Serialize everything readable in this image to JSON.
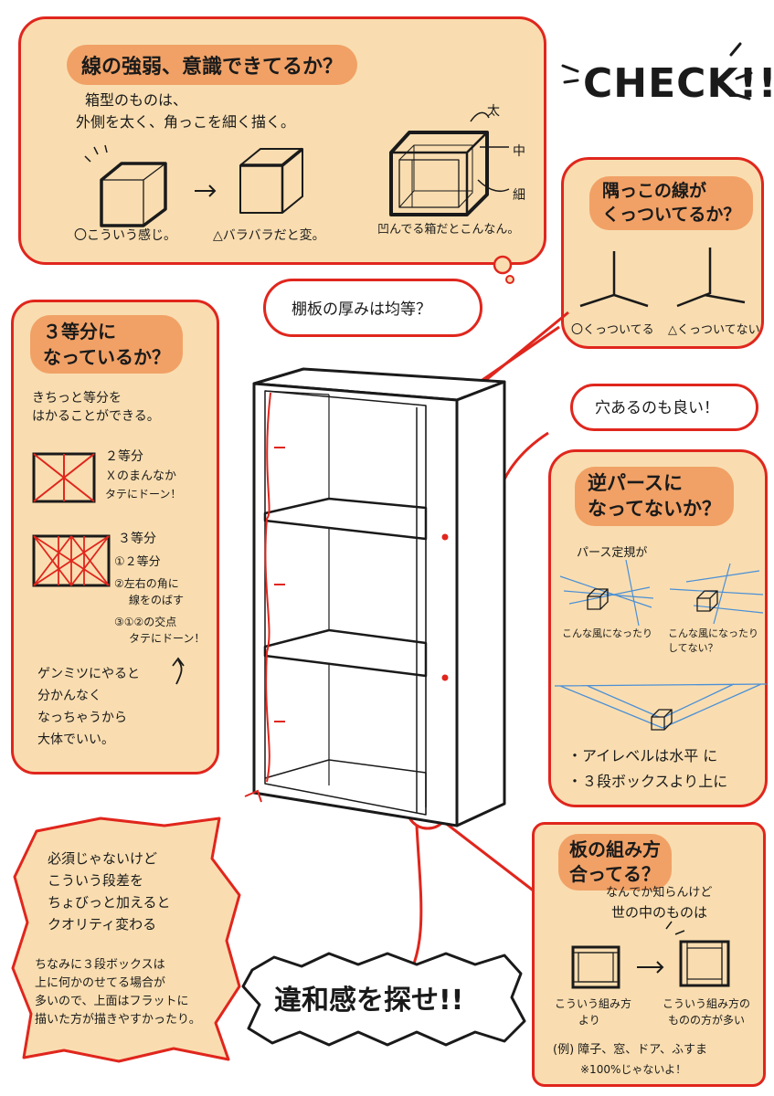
{
  "check": "CHECK!!",
  "panel1": {
    "title": "線の強弱、意識できてるか？",
    "line1": "箱型のものは、",
    "line2": "外側を太く、角っこを細く描く。",
    "caption_good": "〇こういう感じ。",
    "caption_bad": "△バラバラだと変。",
    "caption_box": "凹んでる箱だとこんなん。",
    "label_thick": "太",
    "label_mid": "中",
    "label_thin": "細"
  },
  "panel_corner": {
    "title_line1": "隅っこの線が",
    "title_line2": "くっついてるか？",
    "caption_good": "〇くっついてる",
    "caption_bad": "△くっついてない"
  },
  "bubble_shelf": "棚板の厚みは均等？",
  "bubble_hole": "穴あるのも良い！",
  "panel_divide": {
    "title_line1": "３等分に",
    "title_line2": "なっているか？",
    "intro1": "きちっと等分を",
    "intro2": "はかることができる。",
    "two_title": "２等分",
    "two_line1": "Ｘのまんなか",
    "two_line2": "タテにドーン！",
    "three_title": "３等分",
    "three_step1": "①２等分",
    "three_step2a": "②左右の角に",
    "three_step2b": "線をのばす",
    "three_step3a": "③①②の交点",
    "three_step3b": "タテにドーン！",
    "note1": "ゲンミツにやると",
    "note2": "分かんなく",
    "note3": "なっちゃうから",
    "note4": "大体でいい。"
  },
  "panel_perspective": {
    "title_line1": "逆パースに",
    "title_line2": "なってないか？",
    "sub": "パース定規が",
    "cap1": "こんな風になったり",
    "cap2a": "こんな風になったり",
    "cap2b": "してない？",
    "bullet1": "・アイレベルは水平 に",
    "bullet2": "・３段ボックスより上に"
  },
  "bubble_step": {
    "line1": "必須じゃないけど",
    "line2": "こういう段差を",
    "line3": "ちょびっと加えると",
    "line4": "クオリティ変わる",
    "line5": "ちなみに３段ボックスは",
    "line6": "上に何かのせてる場合が",
    "line7": "多いので、上面はフラットに",
    "line8": "描いた方が描きやすかったり。"
  },
  "bottom_title": "違和感を探せ!!",
  "panel_board": {
    "title_line1": "板の組み方",
    "title_line2": "合ってる？",
    "sub1": "なんでか知らんけど",
    "sub2": "世の中のものは",
    "cap_left1": "こういう組み方",
    "cap_left2": "より",
    "cap_right1": "こういう組み方の",
    "cap_right2": "ものの方が多い",
    "example": "(例) 障子、窓、ドア、ふすま",
    "note": "※100%じゃないよ！"
  }
}
